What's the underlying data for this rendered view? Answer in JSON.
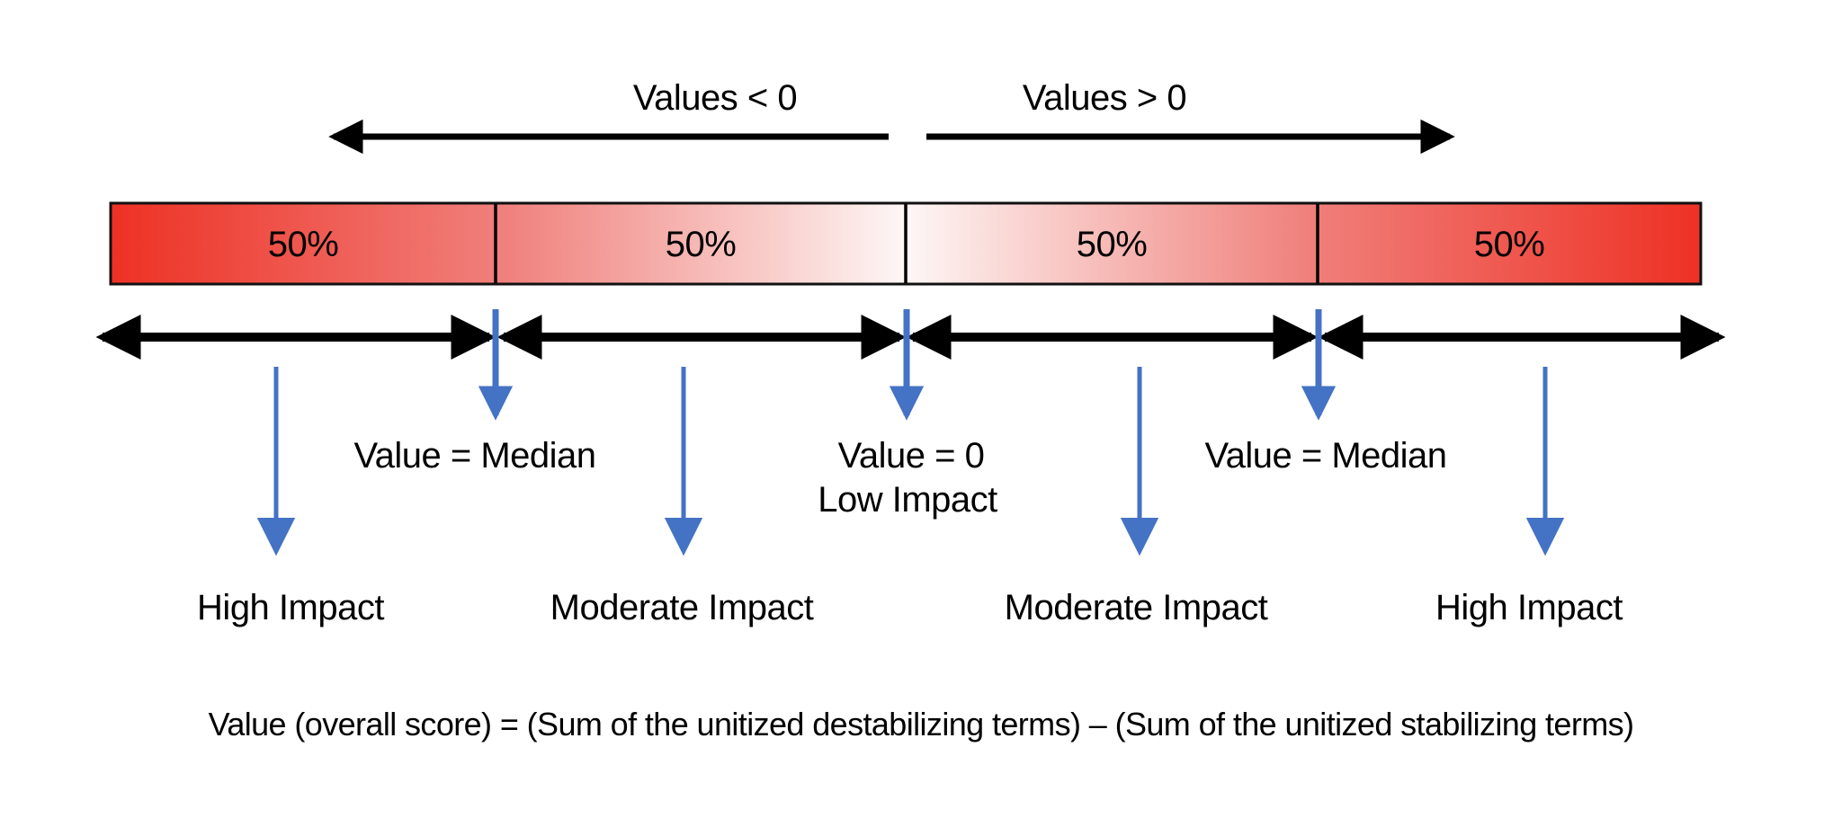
{
  "diagram": {
    "axis_labels": {
      "negative": "Values < 0",
      "positive": "Values > 0"
    },
    "bar": {
      "segment_labels": [
        "50%",
        "50%",
        "50%",
        "50%"
      ]
    },
    "callouts": {
      "median_left": "Value = Median",
      "zero_line1": "Value = 0",
      "zero_line2": "Low Impact",
      "median_right": "Value = Median"
    },
    "impact_labels": [
      "High Impact",
      "Moderate Impact",
      "Moderate Impact",
      "High Impact"
    ],
    "formula": "Value (overall score) = (Sum of the unitized destabilizing terms) – (Sum of the unitized stabilizing terms)"
  },
  "colors": {
    "red_strong": "#ee3124",
    "red_mid": "#f0817d",
    "red_faint": "#f9d0cd",
    "center_white": "#fdf7f6",
    "arrow_black": "#000000",
    "arrow_blue": "#4472c4",
    "border_black": "#111111"
  }
}
